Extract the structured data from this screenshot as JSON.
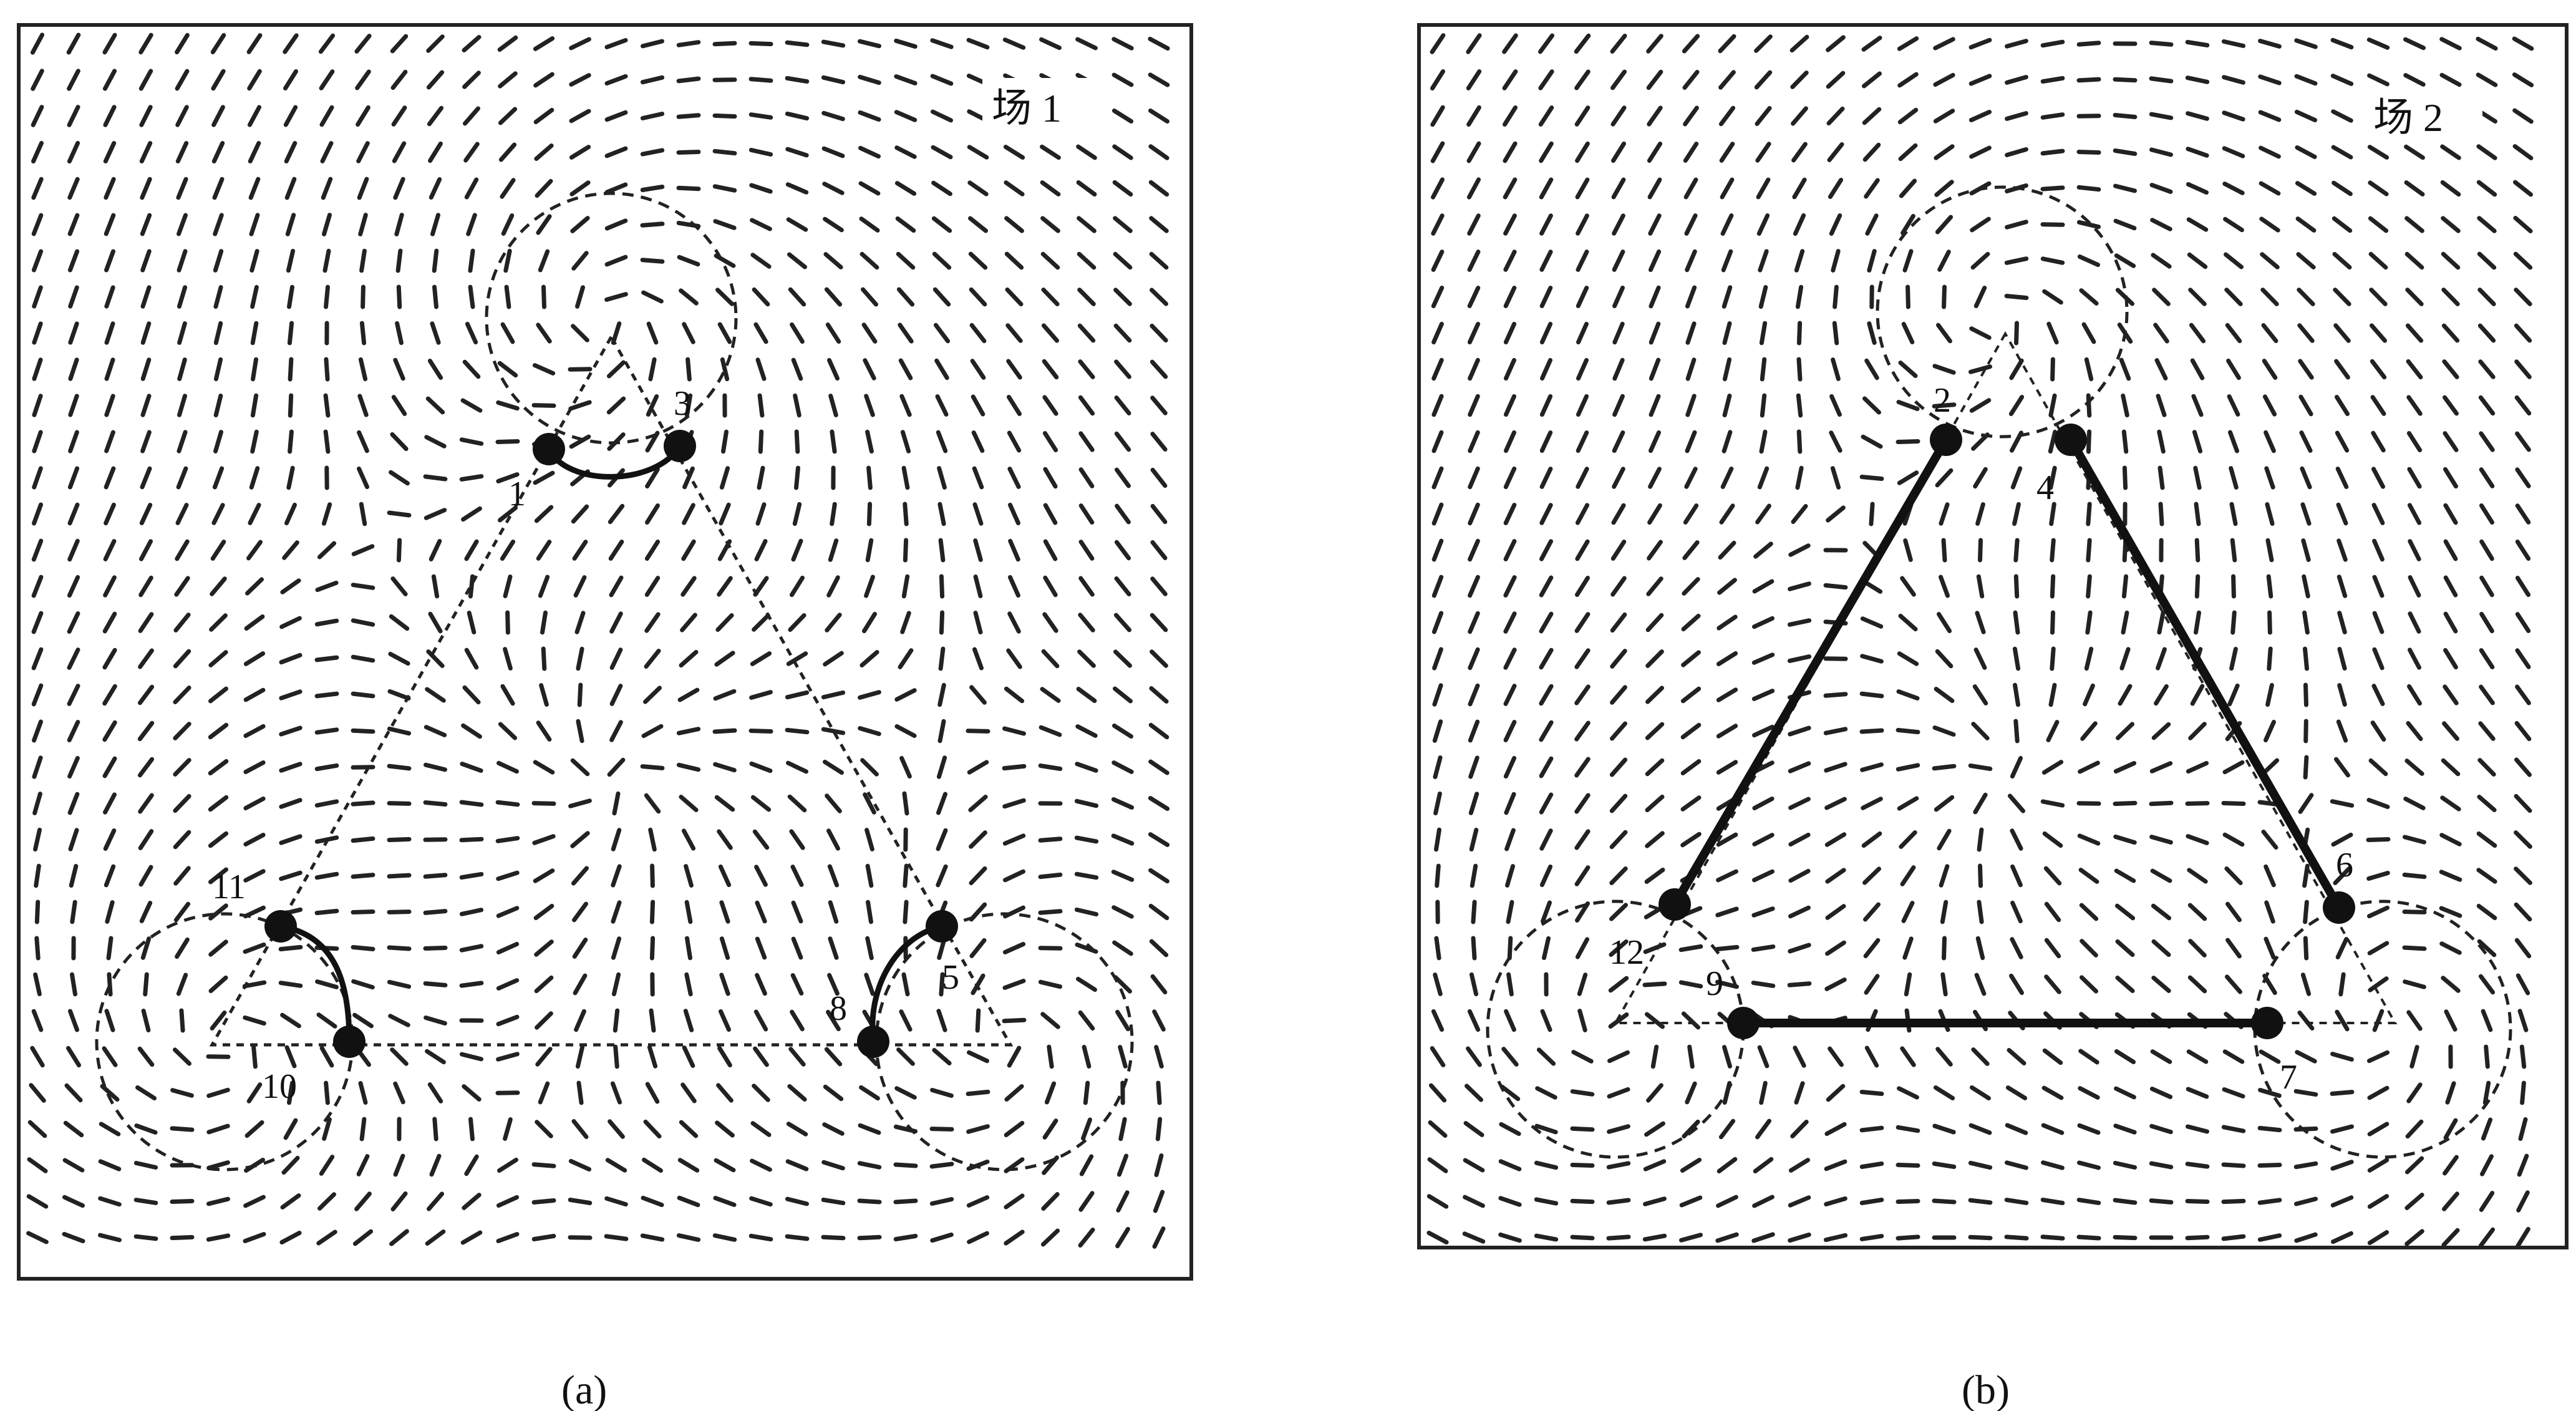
{
  "figure": {
    "panels": [
      {
        "field_label": "场 1",
        "caption": "(a)",
        "node_labels": [
          "1",
          "3",
          "5",
          "8",
          "10",
          "11"
        ]
      },
      {
        "field_label": "场 2",
        "caption": "(b)",
        "node_labels": [
          "2",
          "4",
          "6",
          "7",
          "9",
          "12"
        ]
      }
    ]
  }
}
